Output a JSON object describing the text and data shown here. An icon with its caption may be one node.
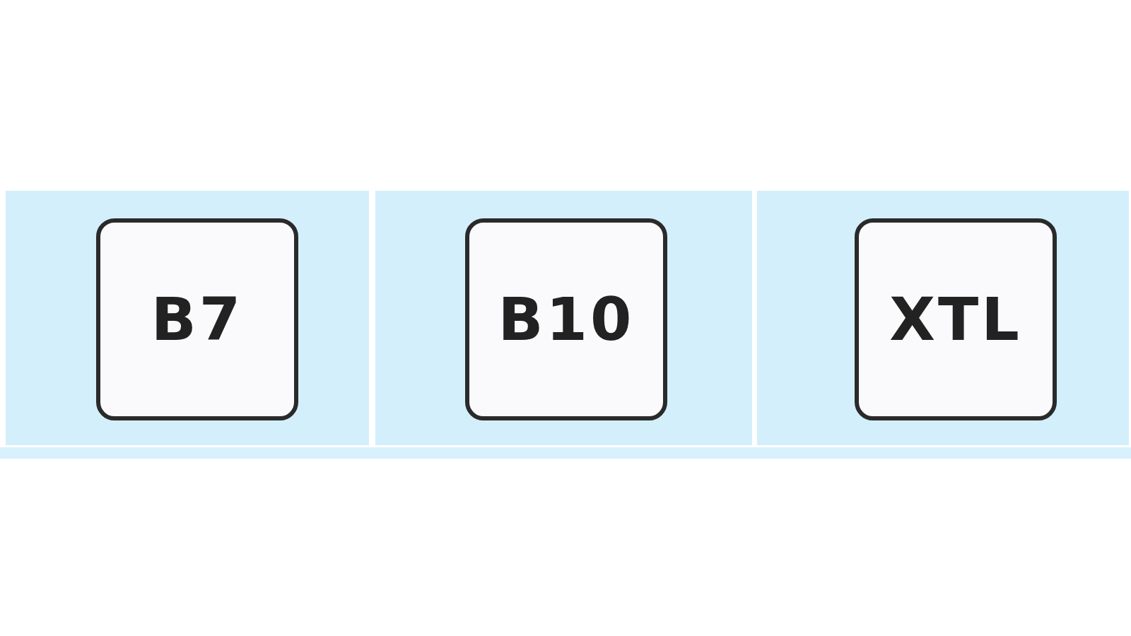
{
  "diagram": {
    "nodes": [
      {
        "text": [
          "B7"
        ]
      },
      {
        "text": [
          "B10"
        ]
      },
      {
        "text": [
          "XTL"
        ]
      }
    ]
  }
}
